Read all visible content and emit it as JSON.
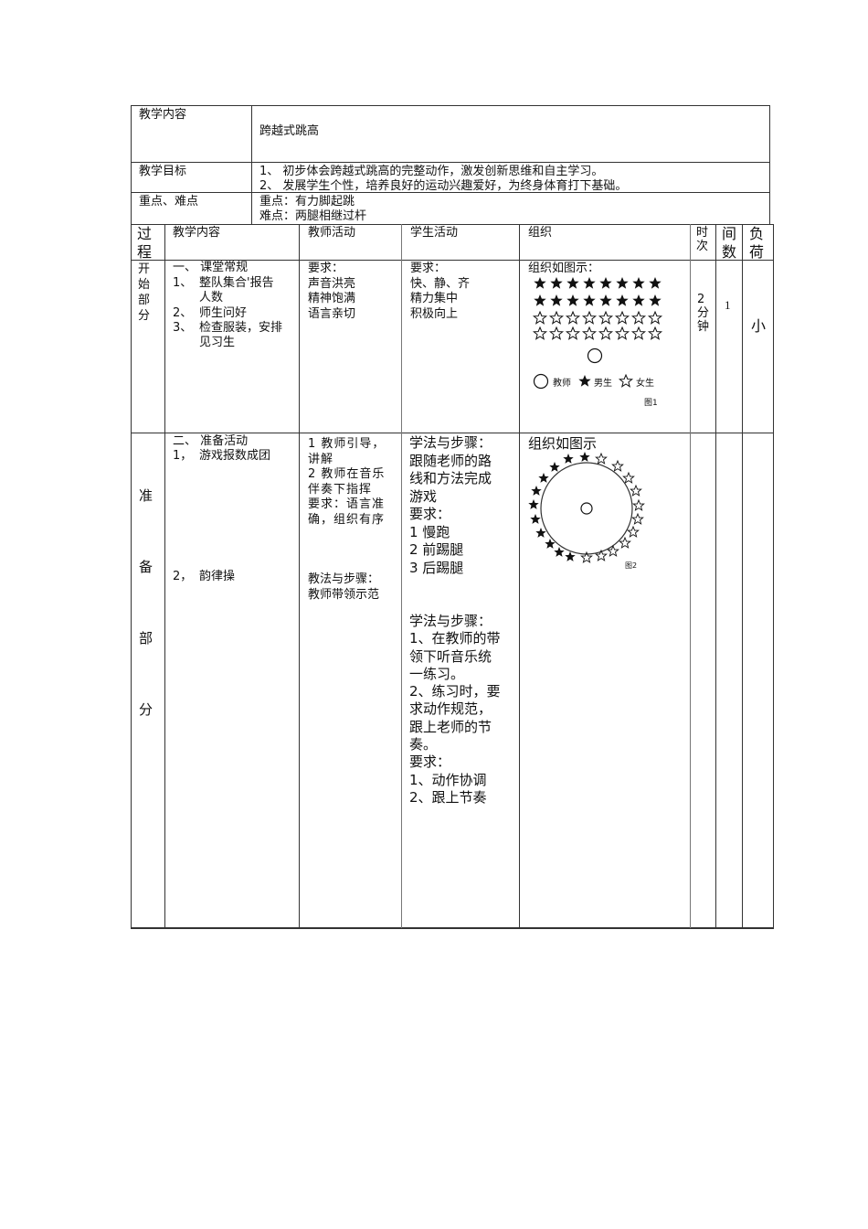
{
  "header_rows": [
    {
      "label": "教学内容",
      "value": "跨越式跳高"
    },
    {
      "label": "教学目标",
      "lines": [
        "1、  初步体会跨越式跳高的完整动作，激发创新思维和自主学习。",
        "2、  发展学生个性，培养良好的运动兴趣爱好，为终身体育打下基础。"
      ]
    },
    {
      "label": "重点、难点",
      "lines": [
        "重点：有力脚起跳",
        "难点：两腿相继过杆"
      ]
    }
  ],
  "columns": {
    "process": "过\n程",
    "content": "教学内容",
    "teacher": "教师活动",
    "student": "学生活动",
    "org": "组织",
    "time": "时\n次",
    "count": "间\n数",
    "load": "负\n荷"
  },
  "sections": [
    {
      "process": "开\n始\n部\n分",
      "content": {
        "heading": "一、  课堂常规",
        "items": [
          {
            "num": "1、",
            "text": "整队集合'报告\n人数"
          },
          {
            "num": "2、",
            "text": "师生问好"
          },
          {
            "num": "3、",
            "text": "检查服装，安排\n见习生"
          }
        ]
      },
      "teacher": "要求：\n声音洪亮\n精神饱满\n语言亲切",
      "student": "要求：\n快、静、齐\n精力集中\n积极向上",
      "org": {
        "title": "组织如图示：",
        "legend": {
          "teacher": "教师",
          "boy": "男生",
          "girl": "女生"
        },
        "caption": "图1"
      },
      "time": "2\n分\n钟",
      "count": "1",
      "load": "小"
    },
    {
      "process": [
        "准",
        "备",
        "部",
        "分"
      ],
      "content": {
        "heading": "二、  准备活动",
        "items": [
          {
            "num": "1，",
            "text": "游戏报数成团"
          },
          {
            "num": "2，",
            "text": "韵律操"
          }
        ]
      },
      "teacher_a": "1 教师引导，\n讲解\n2 教师在音乐\n伴奏下指挥\n要求：语言准\n确，组织有序",
      "teacher_b": "教法与步骤：\n教师带领示范",
      "student_a": "学法与步骤：\n跟随老师的路\n线和方法完成\n游戏\n要求：\n1 慢跑\n2 前踢腿\n3 后踢腿",
      "student_b": "学法与步骤：\n1、在教师的带\n领下听音乐统\n一练习。\n2、练习时，要\n求动作规范，\n跟上老师的节\n奏。\n要求：\n1、动作协调\n2、跟上节奏",
      "org": {
        "title": "组织如图示",
        "caption": "图2"
      }
    }
  ]
}
